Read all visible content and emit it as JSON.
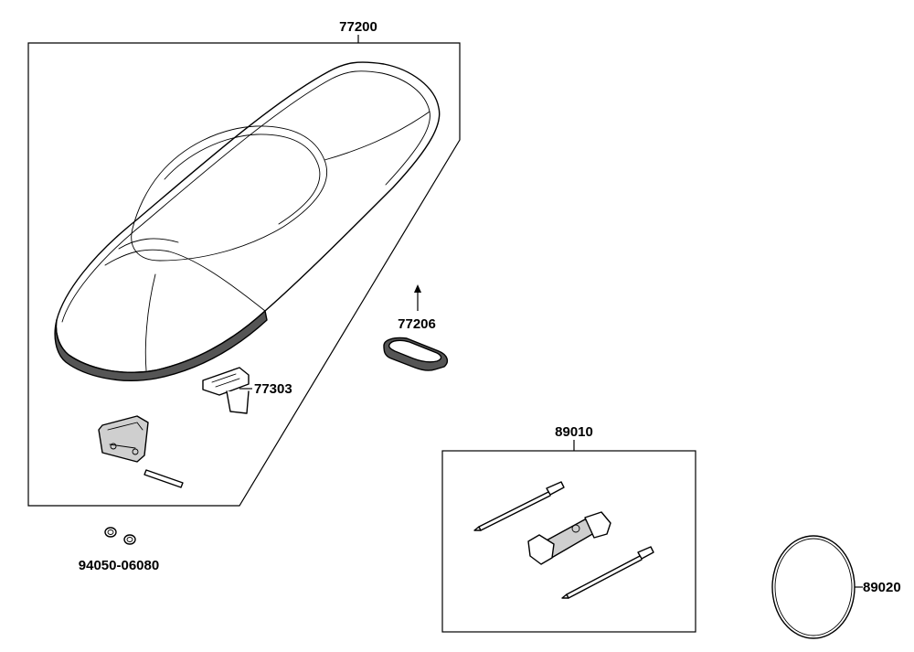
{
  "parts": {
    "seat_assembly": "77200",
    "seat_rubber": "77206",
    "seat_lock_bracket": "77303",
    "bolt": "94050-06080",
    "tool_kit": "89010",
    "band": "89020"
  },
  "colors": {
    "line": "#000000",
    "background": "#ffffff",
    "shading": "#555555"
  }
}
